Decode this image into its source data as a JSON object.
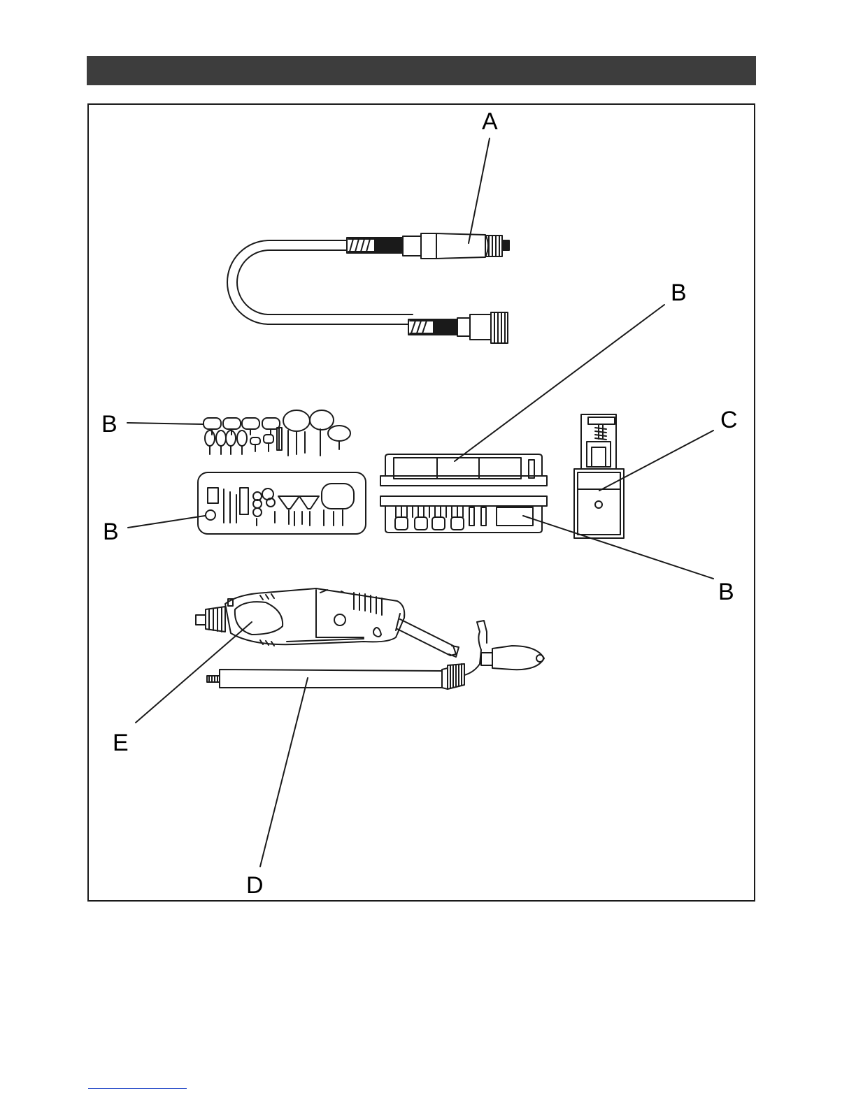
{
  "colors": {
    "header_bar": "#3d3d3d",
    "line": "#1a1a1a",
    "footer_rule": "#3355cc"
  },
  "labels": {
    "a": "A",
    "b_box_top": "B",
    "b_bits_left": "B",
    "c": "C",
    "b_case_left": "B",
    "b_box_bottom": "B",
    "e": "E",
    "d": "D"
  }
}
